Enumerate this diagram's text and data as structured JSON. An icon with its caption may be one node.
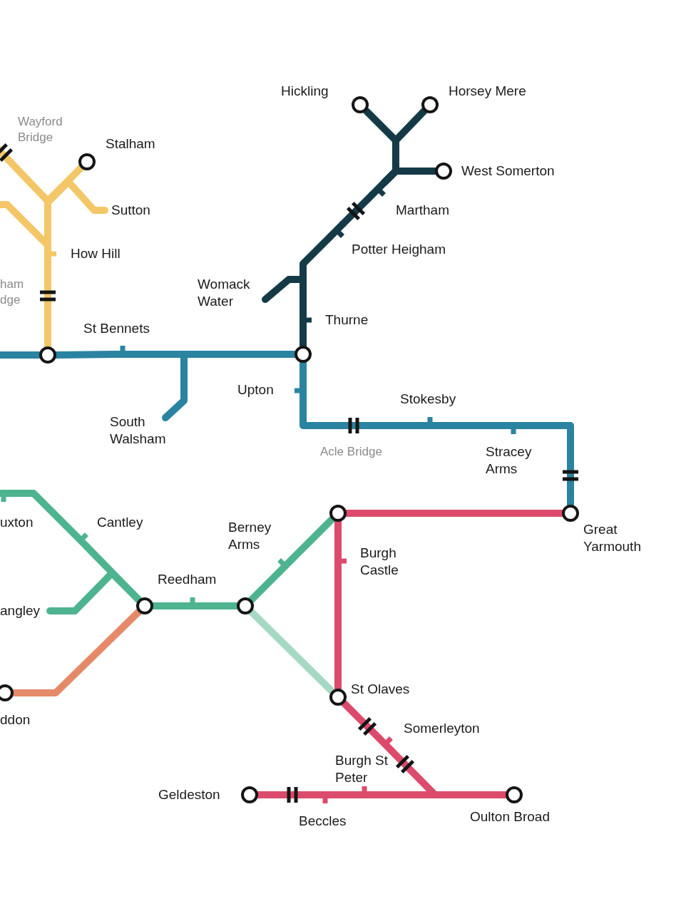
{
  "diagram": {
    "nodes": [
      {
        "text": [],
        "shape": "circle",
        "beside": [
          "Hickling"
        ]
      },
      {
        "text": [],
        "shape": "circle",
        "beside": [
          "Horsey Mere"
        ]
      },
      {
        "text": [],
        "shape": "circle",
        "beside": [
          "Stalham"
        ]
      },
      {
        "text": [],
        "shape": "circle",
        "beside": [
          "West Somerton"
        ]
      },
      {
        "text": [
          "Sutton"
        ]
      },
      {
        "text": [],
        "shape": "bar",
        "beside": [
          "Martham"
        ]
      },
      {
        "text": [],
        "shape": "bar",
        "beside": [
          "Potter Heigham"
        ]
      },
      {
        "text": [],
        "shape": "bar",
        "beside": [
          "How Hill"
        ]
      },
      {
        "text": [
          "Womack Water"
        ]
      },
      {
        "text": [],
        "shape": "bar",
        "beside": [
          "Thurne"
        ]
      },
      {
        "text": [],
        "shape": "bar",
        "beside": [
          "St Bennets"
        ]
      },
      {
        "text": [],
        "shape": "circle"
      },
      {
        "text": [],
        "shape": "circle"
      },
      {
        "text": [],
        "shape": "bar",
        "beside": [
          "Upton"
        ]
      },
      {
        "text": [
          "South Walsham"
        ]
      },
      {
        "text": [],
        "shape": "bar",
        "beside": [
          "Stokesby"
        ]
      },
      {
        "text": [],
        "shape": "bar",
        "beside": [
          "Stracey Arms"
        ]
      },
      {
        "text": [],
        "shape": "bar",
        "beside": [
          "uxton"
        ]
      },
      {
        "text": [],
        "shape": "circle"
      },
      {
        "text": [],
        "shape": "circle",
        "beside": [
          "Great Yarmouth"
        ]
      },
      {
        "text": [],
        "shape": "bar",
        "beside": [
          "Cantley"
        ]
      },
      {
        "text": [],
        "shape": "bar",
        "beside": [
          "Berney Arms"
        ]
      },
      {
        "text": [],
        "shape": "bar",
        "beside": [
          "Burgh Castle"
        ]
      },
      {
        "text": [],
        "shape": "bar",
        "beside": [
          "Reedham"
        ]
      },
      {
        "text": [],
        "shape": "circle"
      },
      {
        "text": [],
        "shape": "circle"
      },
      {
        "text": [
          "angley"
        ]
      },
      {
        "text": [],
        "shape": "circle",
        "beside": [
          "St Olaves"
        ]
      },
      {
        "text": [],
        "shape": "circle",
        "beside": [
          "ddon"
        ]
      },
      {
        "text": [],
        "shape": "bar",
        "beside": [
          "Somerleyton"
        ]
      },
      {
        "text": [],
        "shape": "bar",
        "beside": [
          "Burgh St Peter"
        ]
      },
      {
        "text": [],
        "shape": "circle",
        "beside": [
          "Geldeston"
        ]
      },
      {
        "text": [],
        "shape": "circle",
        "beside": [
          "Oulton Broad"
        ]
      },
      {
        "text": [],
        "shape": "bar",
        "beside": [
          "Beccles"
        ]
      }
    ],
    "edges": [
      {
        "from": 2,
        "to": 7,
        "arrow": "none",
        "color": "#f3c768"
      },
      {
        "from": 4,
        "to": 7,
        "arrow": "none",
        "color": "#f3c768"
      },
      {
        "from": null,
        "to": 7,
        "arrow": "none",
        "color": "#f3c768"
      },
      {
        "from": null,
        "to": 7,
        "arrow": "none",
        "color": "#f3c768"
      },
      {
        "from": 7,
        "to": 11,
        "arrow": "none",
        "color": "#f3c768"
      },
      {
        "from": null,
        "to": 11,
        "arrow": "none",
        "color": "#2a83a0"
      },
      {
        "from": 11,
        "to": 10,
        "arrow": "none",
        "color": "#2a83a0"
      },
      {
        "from": 10,
        "to": 12,
        "arrow": "none",
        "color": "#2a83a0"
      },
      {
        "from": 14,
        "to": 12,
        "arrow": "none",
        "color": "#2a83a0"
      },
      {
        "from": 12,
        "to": 13,
        "arrow": "none",
        "color": "#2a83a0"
      },
      {
        "from": 13,
        "to": 15,
        "arrow": "none",
        "color": "#2a83a0"
      },
      {
        "from": 15,
        "to": 16,
        "arrow": "none",
        "color": "#2a83a0"
      },
      {
        "from": 16,
        "to": 19,
        "arrow": "none",
        "color": "#2a83a0"
      },
      {
        "from": 12,
        "to": 9,
        "arrow": "none",
        "color": "#143a47"
      },
      {
        "from": 9,
        "to": 8,
        "arrow": "none",
        "color": "#143a47"
      },
      {
        "from": 9,
        "to": 6,
        "arrow": "none",
        "color": "#143a47"
      },
      {
        "from": 6,
        "to": 5,
        "arrow": "none",
        "color": "#143a47"
      },
      {
        "from": 5,
        "to": 3,
        "arrow": "none",
        "color": "#143a47"
      },
      {
        "from": 5,
        "to": 0,
        "arrow": "none",
        "color": "#143a47"
      },
      {
        "from": 5,
        "to": 1,
        "arrow": "none",
        "color": "#143a47"
      },
      {
        "from": 19,
        "to": 18,
        "arrow": "none",
        "color": "#dc4b6b"
      },
      {
        "from": 18,
        "to": 22,
        "arrow": "none",
        "color": "#dc4b6b"
      },
      {
        "from": 22,
        "to": 27,
        "arrow": "none",
        "color": "#dc4b6b"
      },
      {
        "from": 27,
        "to": 29,
        "arrow": "none",
        "color": "#dc4b6b"
      },
      {
        "from": 29,
        "to": 32,
        "arrow": "none",
        "color": "#dc4b6b"
      },
      {
        "from": 30,
        "to": 32,
        "arrow": "none",
        "color": "#dc4b6b"
      },
      {
        "from": 30,
        "to": 33,
        "arrow": "none",
        "color": "#dc4b6b"
      },
      {
        "from": 33,
        "to": 31,
        "arrow": "none",
        "color": "#dc4b6b"
      },
      {
        "from": null,
        "to": 17,
        "arrow": "none",
        "color": "#4db48f"
      },
      {
        "from": 17,
        "to": 20,
        "arrow": "none",
        "color": "#4db48f"
      },
      {
        "from": 20,
        "to": 24,
        "arrow": "none",
        "color": "#4db48f"
      },
      {
        "from": 26,
        "to": 24,
        "arrow": "none",
        "color": "#4db48f"
      },
      {
        "from": 24,
        "to": 23,
        "arrow": "none",
        "color": "#4db48f"
      },
      {
        "from": 23,
        "to": 25,
        "arrow": "none",
        "color": "#4db48f"
      },
      {
        "from": 25,
        "to": 21,
        "arrow": "none",
        "color": "#4db48f"
      },
      {
        "from": 21,
        "to": 18,
        "arrow": "none",
        "color": "#4db48f"
      },
      {
        "from": 25,
        "to": 27,
        "arrow": "none",
        "color": "#a6d9c4"
      },
      {
        "from": 28,
        "to": 24,
        "arrow": "none",
        "color": "#e58a69"
      }
    ],
    "labels": [
      "Wayford Bridge",
      "ham dge",
      "Acle Bridge"
    ]
  }
}
